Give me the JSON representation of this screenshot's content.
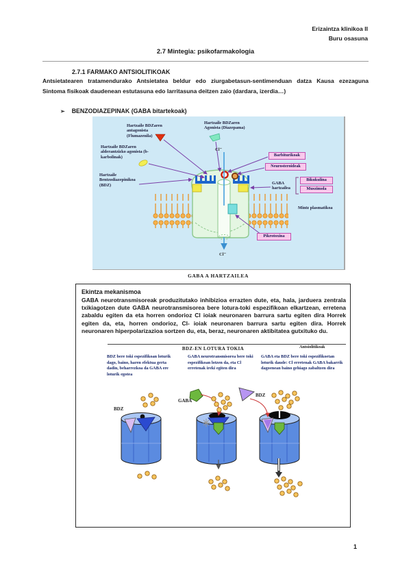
{
  "header": {
    "line1": "Erizaintza klinikoa II",
    "line2": "Buru osasuna",
    "title": "2.7 Mintegia: psikofarmakologia"
  },
  "intro": {
    "heading": "2.7.1 FARMAKO ANTSIOLITIKOAK",
    "line1": "Antsietatearen tratamendurako Antsietatea beldur edo ziurgabetasun-sentimenduan datza Kausa ezezaguna",
    "line2": "Sintoma fisikoak daudenean estutasuna edo larritasuna deitzen zaio (dardara, izerdia…)",
    "bullet_glyph": "➢",
    "bullet": "BENZODIAZEPINAK (GABA bitartekoak)"
  },
  "receptor_diagram": {
    "labels": {
      "antagonist": "Hartzaile BDZaren antagonista (Flumazenila)",
      "agonist": "Hartzaile BDZaren Agonista (Diazepama)",
      "inverse_agonist": "Hartzaile BDZaren alderantzizko agonista (b-karbolinak)",
      "bdz_receptor": "Hartzaile Bentzodiazepinikoa (BDZ)",
      "cl_top": "Cl⁻",
      "barbiturates": "Barbiturikoak",
      "neurosteroids": "Neurosteroideak",
      "bicuculline": "Bikukulina",
      "muscimol": "Muszimola",
      "gaba_receptor": "GABA hartzailea",
      "membrane": "Mintz plasmatikoa",
      "picrotoxin": "Pikrotoxina",
      "cl_bottom": "Cl⁻"
    },
    "caption": "GABA A HARTZAILEA"
  },
  "mechanism": {
    "heading": "Ekintza mekanismoa",
    "body": "GABA neurotransmisoreak produzitutako inhibizioa errazten dute, eta, hala, jarduera zentrala txikiagotzen dute GABA neurotransmisorea bere lotura-toki espezifikoan elkartzean, erretena zabaldu egiten da eta horren ondorioz Cl ioiak neuronaren barrura sartu egiten dira Horrek egiten da, eta, horren ondorioz, Cl- ioiak neuronaren barrura sartu egiten dira. Horrek neuronaren hiperpolarizazioa sortzen du, eta, beraz, neuronaren aktibitatea gutxituko du.",
    "diagram_title": "BDZ-EN LOTURA TOKIA",
    "diagram_title_right": "Antsiolitikoak",
    "columns": [
      "BDZ bere toki espezifikoan loturik dago, baino, haren efektua gerta dadin, beharrezkoa da GABA ere loturik egotea",
      "GABA neurotransmisorea bere toki espezifikoan lotzen da, eta Cl erretenak ireki egiten dira",
      "GABA eta BDZ bere toki espezifikoetan loturik daude: Cl erretenak GABA bakarrik dagoenean baino gehiago zabaltzen dira"
    ],
    "cyl_labels": [
      "BDZ",
      "GABA",
      "BDZ"
    ]
  },
  "footer": {
    "page_number": "1"
  },
  "colors": {
    "figure_background": "#cfe9f6",
    "receptor_green": "#e4f6e2",
    "membrane_orange": "#f6b24c",
    "pink_label_box": "#f9c9ec",
    "binding_site_blue": "#1e66cc",
    "gaba_site_yellow": "#f2ea4a",
    "arrow_purple": "#7a3fa8",
    "cylinder_blue": "#5b8be0",
    "ion_yellow": "#f6c45c",
    "pentagon_green": "#6db83e",
    "triangle_purple": "#b795f2"
  }
}
